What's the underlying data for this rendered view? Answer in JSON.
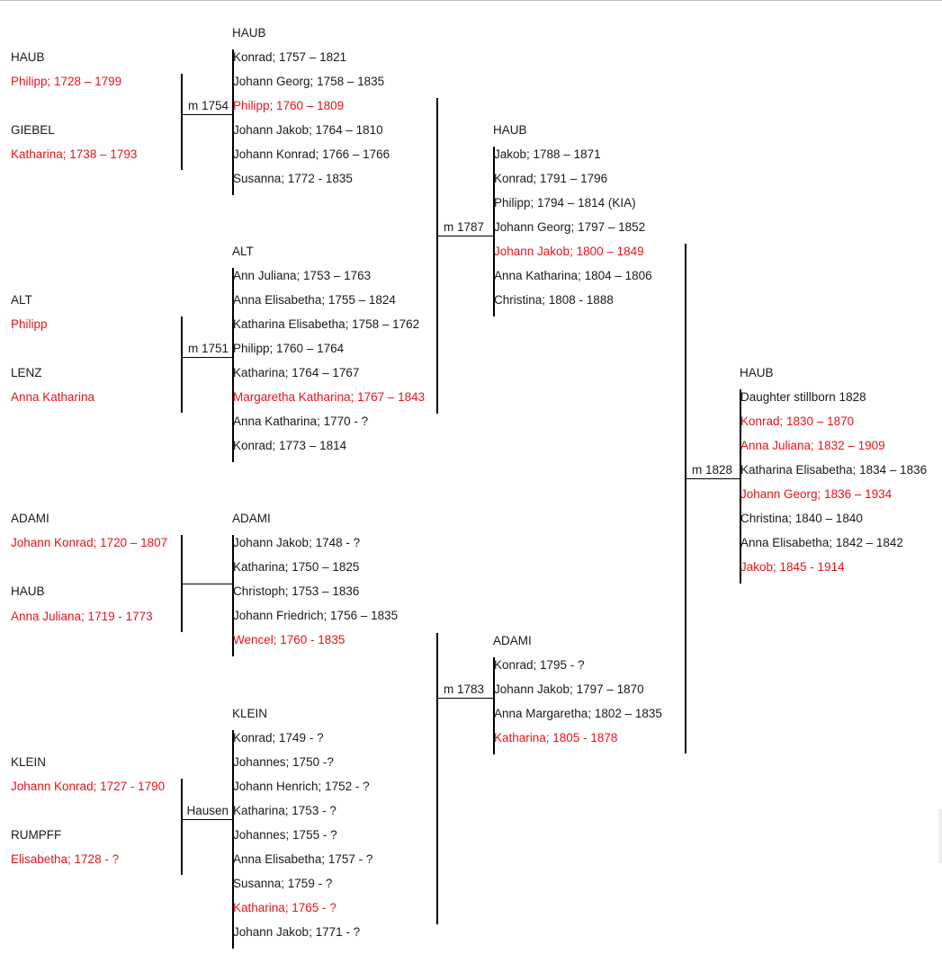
{
  "pairs": [
    {
      "husband": {
        "surname": "HAUB",
        "name": "Philipp; 1728 – 1799"
      },
      "wife": {
        "surname": "GIEBEL",
        "name": "Katharina; 1738 – 1793"
      },
      "marriage": "m 1754",
      "children_family": "HAUB",
      "children": [
        {
          "text": "Konrad; 1757 – 1821",
          "line": false
        },
        {
          "text": "Johann Georg; 1758 – 1835",
          "line": false
        },
        {
          "text": "Philipp; 1760 – 1809",
          "line": true
        },
        {
          "text": "Johann Jakob; 1764 – 1810",
          "line": false
        },
        {
          "text": "Johann Konrad; 1766 – 1766",
          "line": false
        },
        {
          "text": "Susanna; 1772 - 1835",
          "line": false
        }
      ]
    },
    {
      "husband": {
        "surname": "ALT",
        "name": "Philipp"
      },
      "wife": {
        "surname": "LENZ",
        "name": "Anna Katharina"
      },
      "marriage": "m 1751",
      "children_family": "ALT",
      "children": [
        {
          "text": "Ann Juliana; 1753 – 1763",
          "line": false
        },
        {
          "text": "Anna Elisabetha; 1755 – 1824",
          "line": false
        },
        {
          "text": "Katharina Elisabetha; 1758 – 1762",
          "line": false
        },
        {
          "text": "Philipp; 1760 – 1764",
          "line": false
        },
        {
          "text": "Katharina; 1764 – 1767",
          "line": false
        },
        {
          "text": "Margaretha Katharina; 1767 – 1843",
          "line": true
        },
        {
          "text": "Anna Katharina; 1770 - ?",
          "line": false
        },
        {
          "text": "Konrad; 1773 – 1814",
          "line": false
        }
      ]
    },
    {
      "husband": {
        "surname": "ADAMI",
        "name": "Johann Konrad; 1720 – 1807"
      },
      "wife": {
        "surname": "HAUB",
        "name": "Anna Juliana; 1719 - 1773"
      },
      "marriage": "",
      "children_family": "ADAMI",
      "children": [
        {
          "text": "Johann Jakob; 1748 - ?",
          "line": false
        },
        {
          "text": "Katharina; 1750 – 1825",
          "line": false
        },
        {
          "text": "Christoph; 1753 – 1836",
          "line": false
        },
        {
          "text": "Johann Friedrich; 1756 – 1835",
          "line": false
        },
        {
          "text": "Wencel; 1760 - 1835",
          "line": true
        }
      ]
    },
    {
      "husband": {
        "surname": "KLEIN",
        "name": "Johann Konrad; 1727 - 1790"
      },
      "wife": {
        "surname": "RUMPFF",
        "name": "Elisabetha; 1728 - ?"
      },
      "marriage": "Hausen",
      "children_family": "KLEIN",
      "children": [
        {
          "text": "Konrad; 1749 - ?",
          "line": false
        },
        {
          "text": "Johannes; 1750 -?",
          "line": false
        },
        {
          "text": "Johann Henrich; 1752 - ?",
          "line": false
        },
        {
          "text": "Katharina; 1753 - ?",
          "line": false
        },
        {
          "text": "Johannes; 1755 - ?",
          "line": false
        },
        {
          "text": "Anna Elisabetha; 1757 - ?",
          "line": false
        },
        {
          "text": "Susanna; 1759 - ?",
          "line": false
        },
        {
          "text": "Katharina; 1765 - ?",
          "line": true
        },
        {
          "text": "Johann Jakob; 1771 - ?",
          "line": false
        }
      ]
    }
  ],
  "gen2": [
    {
      "marriage": "m 1787",
      "children_family": "HAUB",
      "children": [
        {
          "text": "Jakob; 1788 – 1871",
          "line": false
        },
        {
          "text": "Konrad; 1791 – 1796",
          "line": false
        },
        {
          "text": "Philipp; 1794 – 1814 (KIA)",
          "line": false
        },
        {
          "text": "Johann Georg; 1797 – 1852",
          "line": false
        },
        {
          "text": "Johann Jakob; 1800 – 1849",
          "line": true
        },
        {
          "text": "Anna Katharina; 1804 – 1806",
          "line": false
        },
        {
          "text": "Christina; 1808 - 1888",
          "line": false
        }
      ]
    },
    {
      "marriage": "m 1783",
      "children_family": "ADAMI",
      "children": [
        {
          "text": "Konrad; 1795 - ?",
          "line": false
        },
        {
          "text": "Johann Jakob; 1797 – 1870",
          "line": false
        },
        {
          "text": "Anna Margaretha; 1802 – 1835",
          "line": false
        },
        {
          "text": "Katharina; 1805 - 1878",
          "line": true
        }
      ]
    }
  ],
  "gen3": {
    "marriage": "m 1828",
    "children_family": "HAUB",
    "children": [
      {
        "text": "Daughter stillborn 1828",
        "line": false
      },
      {
        "text": "Konrad; 1830 – 1870",
        "line": true
      },
      {
        "text": "Anna Juliana; 1832 – 1909",
        "line": true
      },
      {
        "text": "Katharina Elisabetha; 1834 – 1836",
        "line": false
      },
      {
        "text": "Johann Georg; 1836 – 1934",
        "line": true
      },
      {
        "text": "Christina; 1840 – 1840",
        "line": false
      },
      {
        "text": "Anna Elisabetha; 1842 – 1842",
        "line": false
      },
      {
        "text": "Jakob; 1845 - 1914",
        "line": true
      }
    ]
  },
  "colors": {
    "lineage": "#e8121a",
    "text": "#1a1a1a",
    "connector": "#000000"
  }
}
